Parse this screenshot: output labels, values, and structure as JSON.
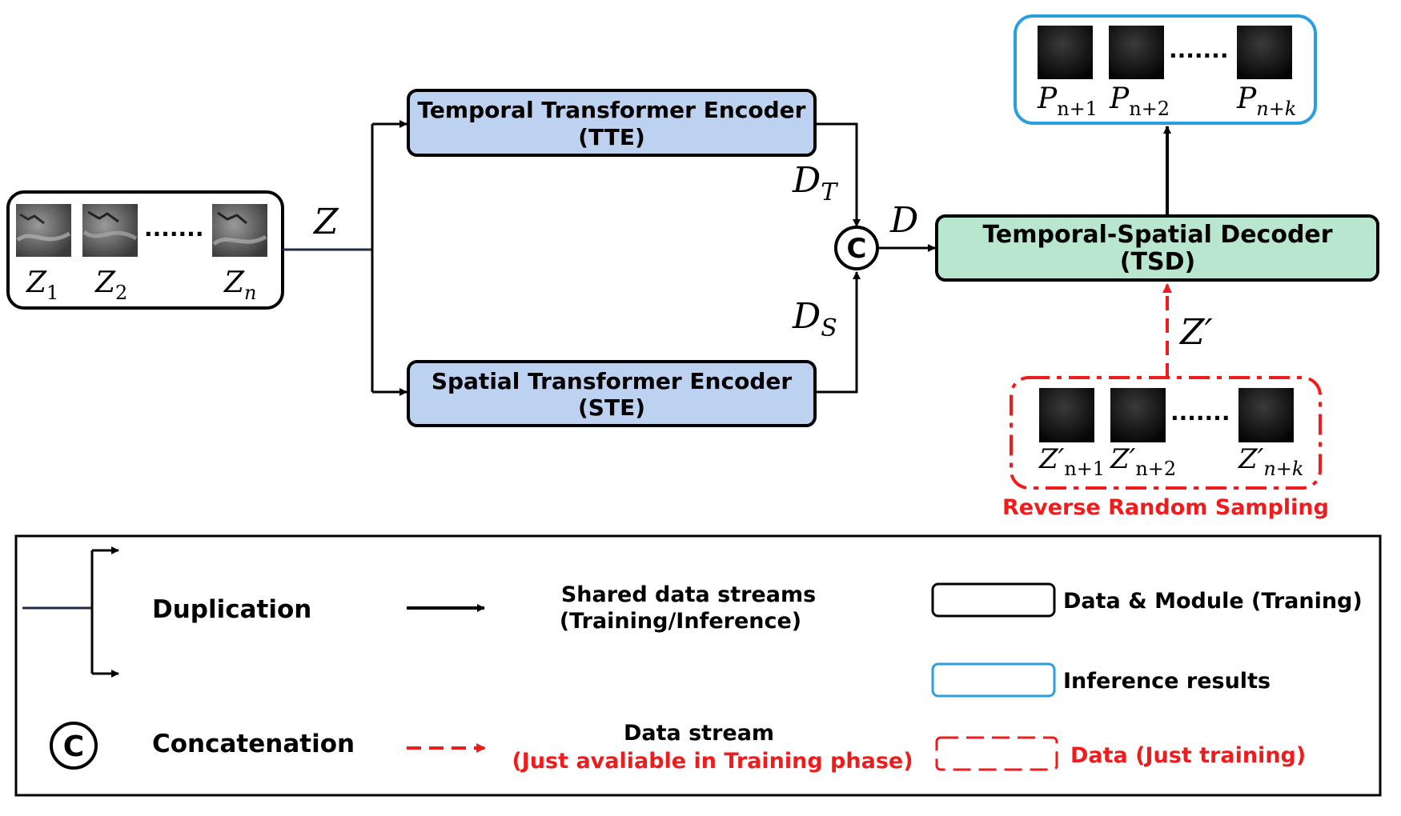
{
  "input": {
    "labels": [
      {
        "base": "Z",
        "sub": "1"
      },
      {
        "base": "Z",
        "sub": "2"
      },
      {
        "base": "Z",
        "sub": "n"
      }
    ]
  },
  "z_label": "Z",
  "tte": {
    "line1": "Temporal Transformer Encoder",
    "line2": "(TTE)"
  },
  "ste": {
    "line1": "Spatial Transformer Encoder",
    "line2": "(STE)"
  },
  "dt": {
    "base": "D",
    "sub": "T"
  },
  "ds": {
    "base": "D",
    "sub": "S"
  },
  "d_label": "D",
  "concat_symbol": "C",
  "tsd": {
    "line1": "Temporal-Spatial Decoder",
    "line2": "(TSD)"
  },
  "z_prime": "Z′",
  "outputs": {
    "labels": [
      {
        "base": "P",
        "sub": "n+1"
      },
      {
        "base": "P",
        "sub": "n+2"
      },
      {
        "base": "P",
        "sub": "n+k"
      }
    ]
  },
  "sampled": {
    "labels": [
      {
        "base": "Z′",
        "sub": "n+1"
      },
      {
        "base": "Z′",
        "sub": "n+2"
      },
      {
        "base": "Z′",
        "sub": "n+k"
      }
    ]
  },
  "reverse_sampling": "Reverse Random Sampling",
  "legend": {
    "duplication": "Duplication",
    "concatenation": "Concatenation",
    "shared_line1": "Shared data streams",
    "shared_line2": "(Training/Inference)",
    "stream_line1": "Data stream",
    "stream_line2": "(Just avaliable in Training phase)",
    "data_module": "Data & Module (Traning)",
    "inference": "Inference results",
    "data_training": "Data (Just training)"
  },
  "colors": {
    "encoder_fill": "#bdd1f0",
    "decoder_fill": "#b9e6cf",
    "inference_border": "#2a9ee0",
    "training_red": "#ee1c1c"
  }
}
